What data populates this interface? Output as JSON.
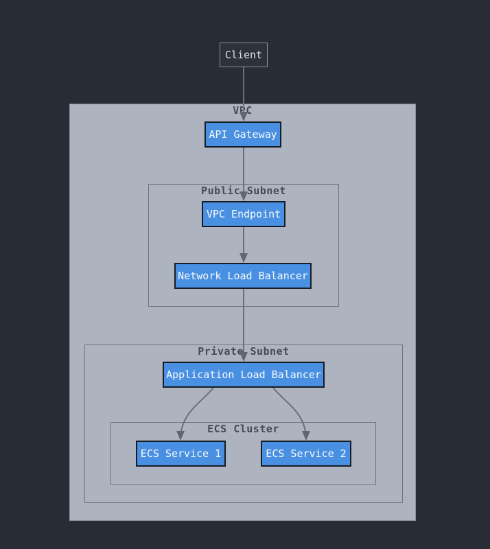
{
  "diagram": {
    "type": "flowchart",
    "direction": "top-down",
    "nodes": {
      "client": "Client",
      "api_gateway": "API Gateway",
      "vpc_endpoint": "VPC Endpoint",
      "network_load_balancer": "Network Load Balancer",
      "application_load_balancer": "Application Load Balancer",
      "ecs_service_1": "ECS Service 1",
      "ecs_service_2": "ECS Service 2"
    },
    "containers": {
      "vpc": "VPC",
      "public_subnet": "Public Subnet",
      "private_subnet": "Private Subnet",
      "ecs_cluster": "ECS Cluster"
    },
    "edges": [
      {
        "from": "Client",
        "to": "API Gateway"
      },
      {
        "from": "API Gateway",
        "to": "VPC Endpoint"
      },
      {
        "from": "VPC Endpoint",
        "to": "Network Load Balancer"
      },
      {
        "from": "Network Load Balancer",
        "to": "Application Load Balancer"
      },
      {
        "from": "Application Load Balancer",
        "to": "ECS Service 1"
      },
      {
        "from": "Application Load Balancer",
        "to": "ECS Service 2"
      }
    ],
    "colors": {
      "background": "#272c35",
      "vpc_fill": "#aeb4bf",
      "container_border": "#6d7482",
      "container_label_text": "#434a58",
      "node_fill": "#4a90e2",
      "node_border": "#161b24",
      "node_text": "#f7f9fb",
      "client_fill": "#2c313b",
      "client_border": "#9298a4",
      "client_text": "#dee1e7",
      "edge_stroke": "#67707e",
      "arrowhead_fill": "#5e6674"
    }
  }
}
